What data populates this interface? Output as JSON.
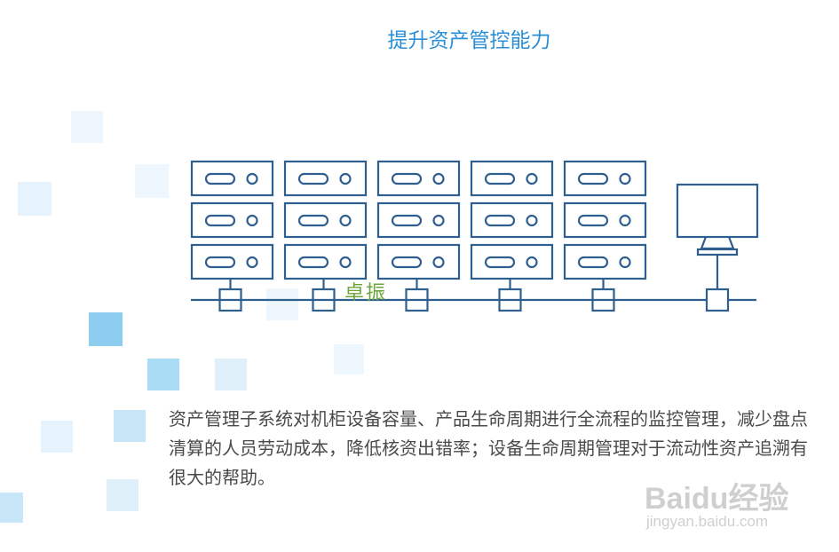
{
  "title": "提升资产管控能力",
  "watermark_center": "卓振",
  "description": "资产管理子系统对机柜设备容量、产品生命周期进行全流程的监控管理，减少盘点清算的人员劳动成本，降低核资出错率；设备生命周期管理对于流动性资产追溯有很大的帮助。",
  "baidu_watermark": {
    "logo_text": "Baidu经验",
    "url": "jingyan.baidu.com"
  },
  "colors": {
    "title": "#2a8fd6",
    "line_art": "#2f5f8f",
    "text": "#4a4a4a",
    "deco_squares": "#9fd3f0"
  }
}
